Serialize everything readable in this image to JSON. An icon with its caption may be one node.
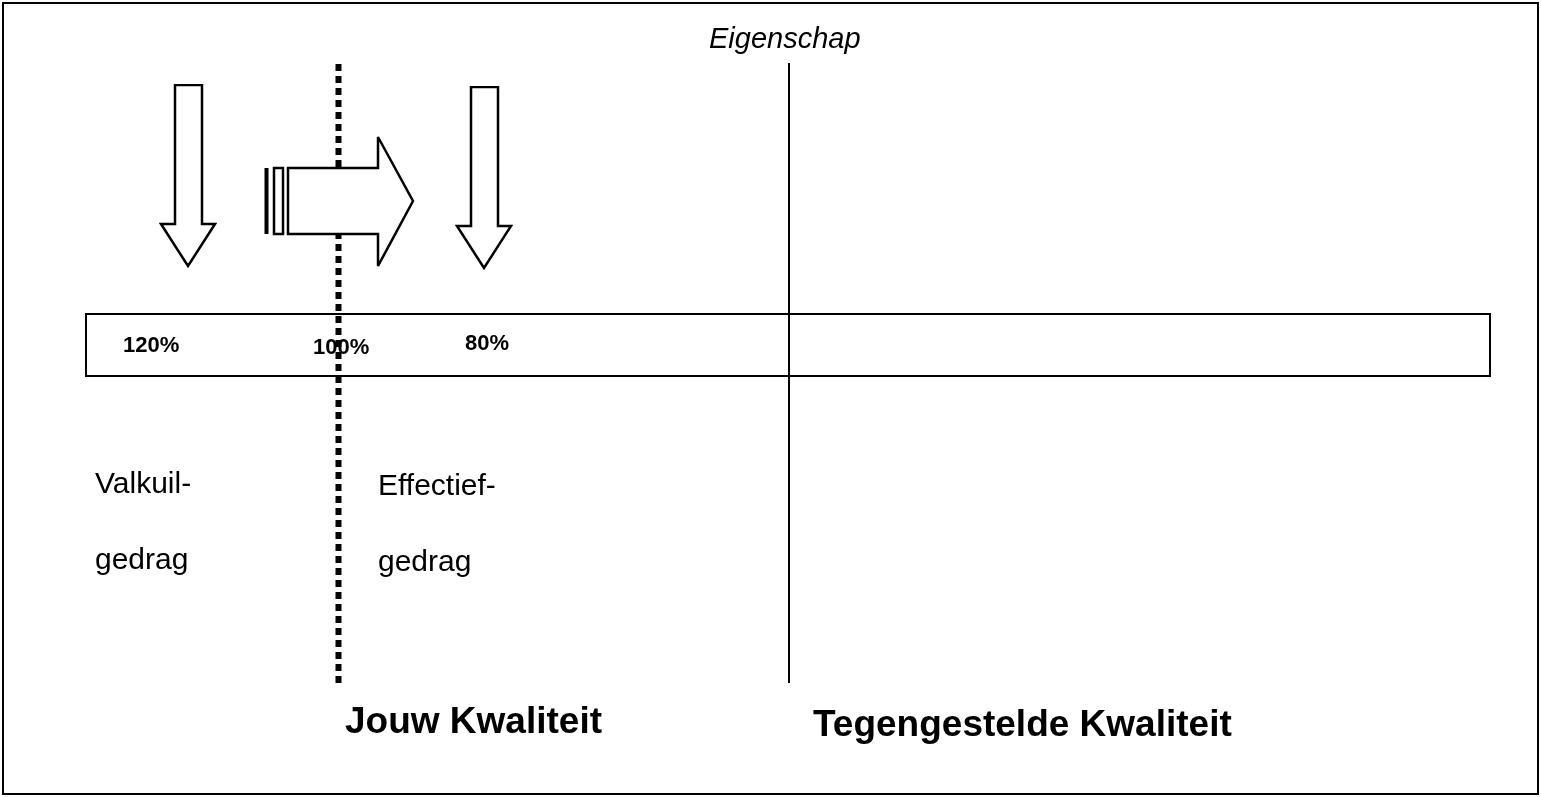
{
  "diagram": {
    "nodes": [
      {
        "text": [
          "120%",
          "100%",
          "80%"
        ]
      }
    ],
    "labels": [
      "Eigenschap",
      "Valkuil- gedrag",
      "Effectief- gedrag",
      "Jouw Kwaliteit",
      "Tegengestelde Kwaliteit"
    ]
  }
}
